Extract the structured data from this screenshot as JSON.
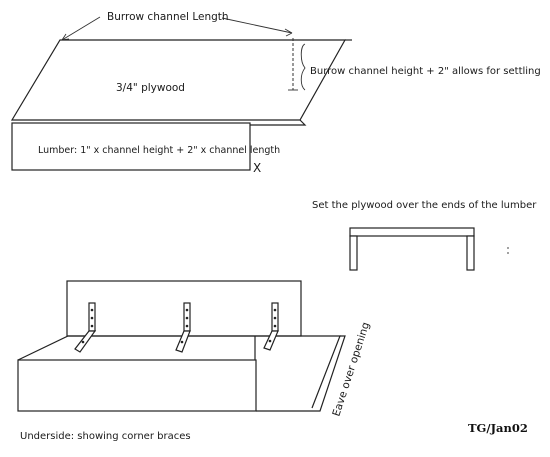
{
  "diagram": {
    "top": {
      "length_label": "Burrow channel Length",
      "plywood_label": "3/4\" plywood",
      "height_label": "Burrow channel height + 2\" allows for settling",
      "lumber_label": "Lumber: 1\" x  channel height  +  2\" x channel length",
      "lumber_ellipsis": "..",
      "x_mark": "X"
    },
    "middle": {
      "instruction": "Set the plywood over the ends of the lumber"
    },
    "bottom": {
      "caption": "Underside: showing corner braces",
      "eave_label": "Eave over opening"
    },
    "credit": "TG/Jan02"
  }
}
